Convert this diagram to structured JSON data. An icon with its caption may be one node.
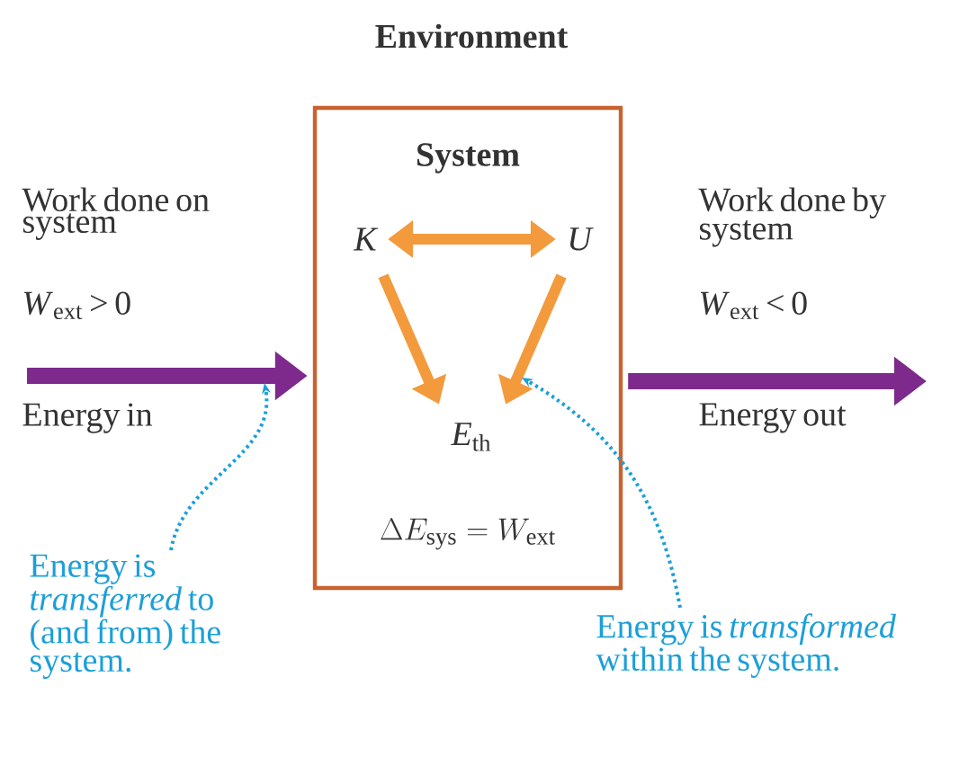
{
  "diagram": {
    "title": "Environment",
    "nodes": [
      {
        "text": [
          "System",
          "\\Delta E_{\\mathrm{sys}} = W_{\\mathrm{ext}}"
        ]
      },
      {
        "text": [
          "K"
        ],
        "in": 0
      },
      {
        "text": [
          "U"
        ],
        "in": 0
      },
      {
        "text": [
          "*E*$_{th}$"
        ],
        "in": 0
      },
      {
        "text": [
          "Energy is *transferred* to (and from) the system."
        ]
      },
      {
        "text": [
          "Energy is *transformed* within the system."
        ]
      }
    ],
    "edges": [
      {
        "from": 1,
        "to": 2,
        "arrow": "both"
      },
      {
        "from": 1,
        "to": 3,
        "arrow": "to"
      },
      {
        "from": 2,
        "to": 3,
        "arrow": "to"
      },
      {
        "from": null,
        "to": 0,
        "arrow": "to",
        "color": "#7d2a8c"
      },
      {
        "from": 0,
        "to": null,
        "arrow": "to",
        "color": "#7d2a8c"
      },
      {
        "from": 4,
        "to": null,
        "arrow": "to",
        "style": "dashed",
        "color": "#1c9fd8"
      },
      {
        "from": 5,
        "to": null,
        "arrow": "to",
        "style": "dashed",
        "color": "#1c9fd8"
      }
    ],
    "labels": [
      "Work done on system",
      "*W*$_{ext}$ > 0",
      "Energy in",
      "Work done by system",
      "*W*$_{ext}$ < 0",
      "Energy out"
    ]
  }
}
